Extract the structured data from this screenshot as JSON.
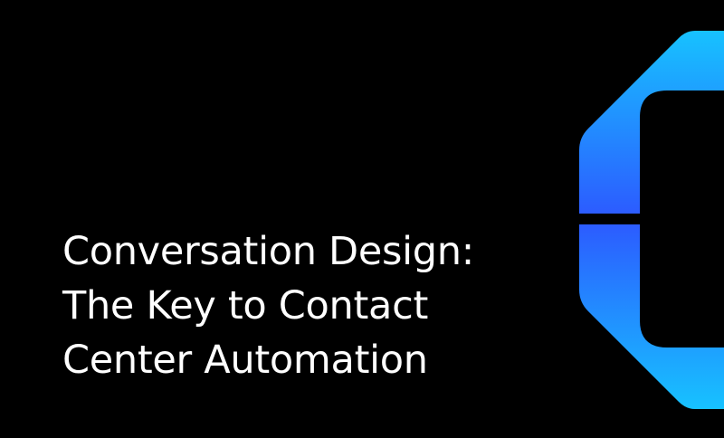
{
  "headline": {
    "lines": [
      "Conversation Design:",
      "The Key to Contact",
      "Center Automation"
    ]
  },
  "colors": {
    "background": "#000000",
    "text": "#ffffff",
    "accent_top": "#17c2ff",
    "accent_mid": "#2c5cff"
  },
  "logo": {
    "icon": "bracket-logo-icon"
  }
}
